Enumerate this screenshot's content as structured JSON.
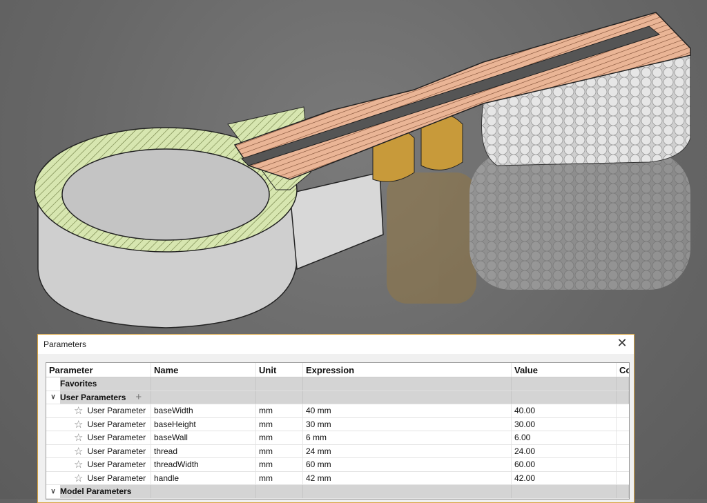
{
  "dialog": {
    "title": "Parameters",
    "close_icon": "close-icon",
    "columns": [
      "Parameter",
      "Name",
      "Unit",
      "Expression",
      "Value",
      "Co"
    ],
    "groups": {
      "favorites": "Favorites",
      "user": "User Parameters",
      "model": "Model Parameters"
    },
    "rows": [
      {
        "type": "User Parameter",
        "name": "baseWidth",
        "unit": "mm",
        "expression": "40 mm",
        "value": "40.00"
      },
      {
        "type": "User Parameter",
        "name": "baseHeight",
        "unit": "mm",
        "expression": "30 mm",
        "value": "30.00"
      },
      {
        "type": "User Parameter",
        "name": "baseWall",
        "unit": "mm",
        "expression": "6 mm",
        "value": "6.00"
      },
      {
        "type": "User Parameter",
        "name": "thread",
        "unit": "mm",
        "expression": "24 mm",
        "value": "24.00"
      },
      {
        "type": "User Parameter",
        "name": "threadWidth",
        "unit": "mm",
        "expression": "60 mm",
        "value": "60.00"
      },
      {
        "type": "User Parameter",
        "name": "handle",
        "unit": "mm",
        "expression": "42 mm",
        "value": "42.00"
      }
    ]
  }
}
